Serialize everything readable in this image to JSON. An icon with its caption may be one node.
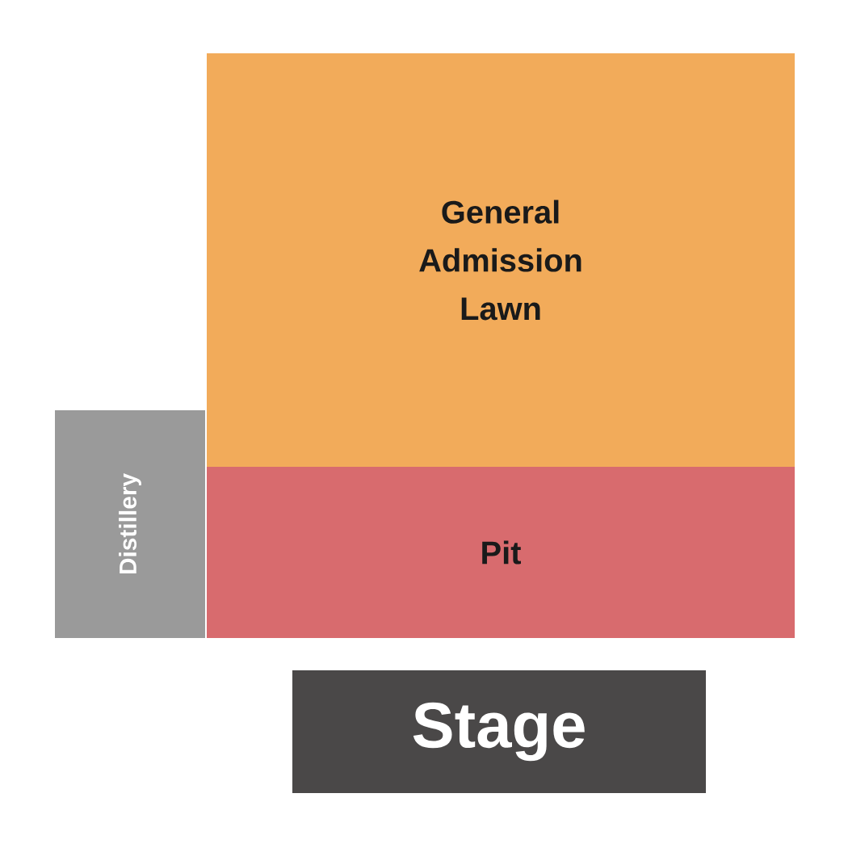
{
  "diagram": {
    "nodes": [
      {
        "text": [
          "General Admission Lawn"
        ]
      },
      {
        "text": [
          "Pit"
        ]
      },
      {
        "text": [
          "Distillery"
        ]
      },
      {
        "text": [
          "Stage"
        ]
      }
    ]
  }
}
